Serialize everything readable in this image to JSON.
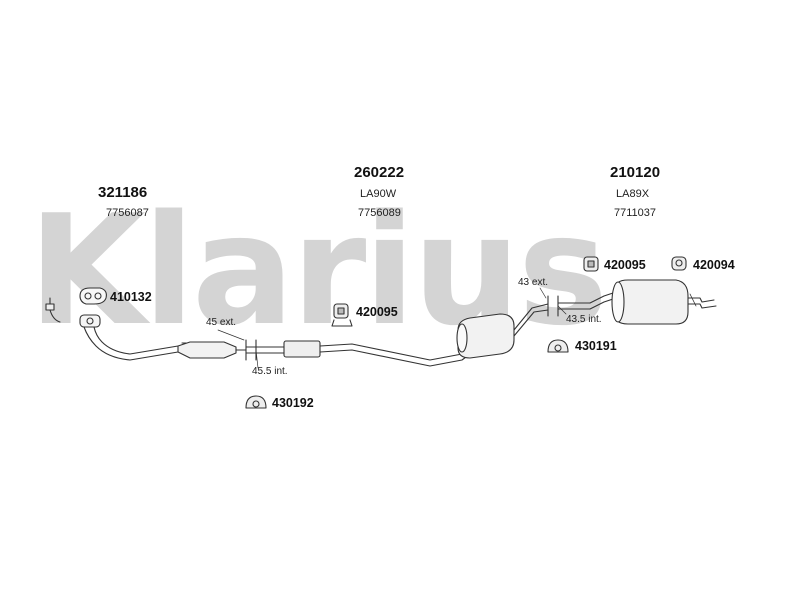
{
  "watermark": {
    "text": "Klarius"
  },
  "groups": [
    {
      "part": "321186",
      "sub": "",
      "ref": "7756087"
    },
    {
      "part": "260222",
      "sub": "LA90W",
      "ref": "7756089"
    },
    {
      "part": "210120",
      "sub": "LA89X",
      "ref": "7711037"
    }
  ],
  "fittings": {
    "gasket_410132": "410132",
    "clamp_420095_mid": "420095",
    "clamp_420095_rear": "420095",
    "bracket_420094": "420094",
    "hanger_430192": "430192",
    "hanger_430191": "430191"
  },
  "dimensions": {
    "front_ext": "45 ext.",
    "front_int": "45.5 int.",
    "rear_ext": "43 ext.",
    "rear_int": "43.5 int."
  },
  "colors": {
    "line": "#333333",
    "watermark": "#d4d4d4",
    "pipe_fill": "#f2f2f2"
  }
}
